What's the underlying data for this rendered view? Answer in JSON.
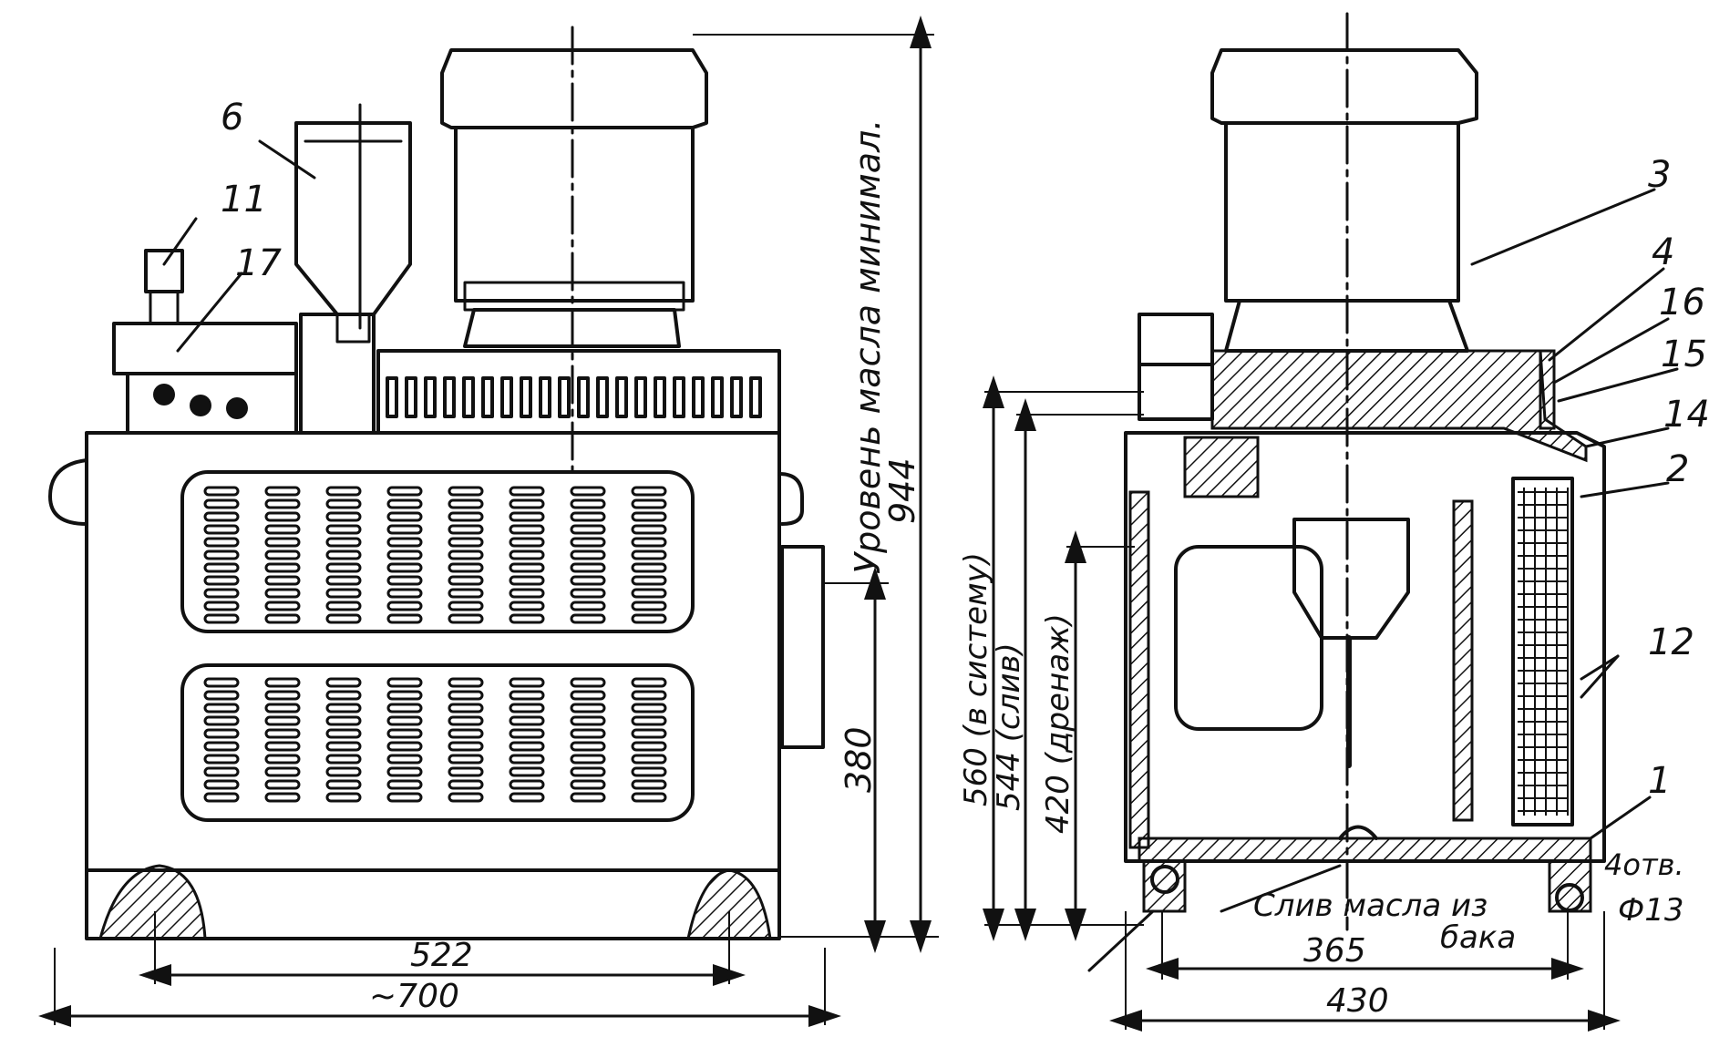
{
  "callouts": {
    "c1": "1",
    "c2": "2",
    "c3": "3",
    "c4": "4",
    "c6": "6",
    "c11": "11",
    "c12": "12",
    "c14": "14",
    "c15": "15",
    "c16": "16",
    "c17": "17"
  },
  "dimensions": {
    "oil_level_label": "Уровень масла минимал.",
    "d944": "944",
    "d380": "380",
    "d522": "522",
    "d700": "~700",
    "d560": "560 (в систему)",
    "d544": "544 (слив)",
    "d420": "420 (дренаж)",
    "d365": "365",
    "d430": "430",
    "holes_a": "4отв.",
    "holes_b": "Ф13",
    "drain_a": "Слив масла из",
    "drain_b": "бака"
  }
}
